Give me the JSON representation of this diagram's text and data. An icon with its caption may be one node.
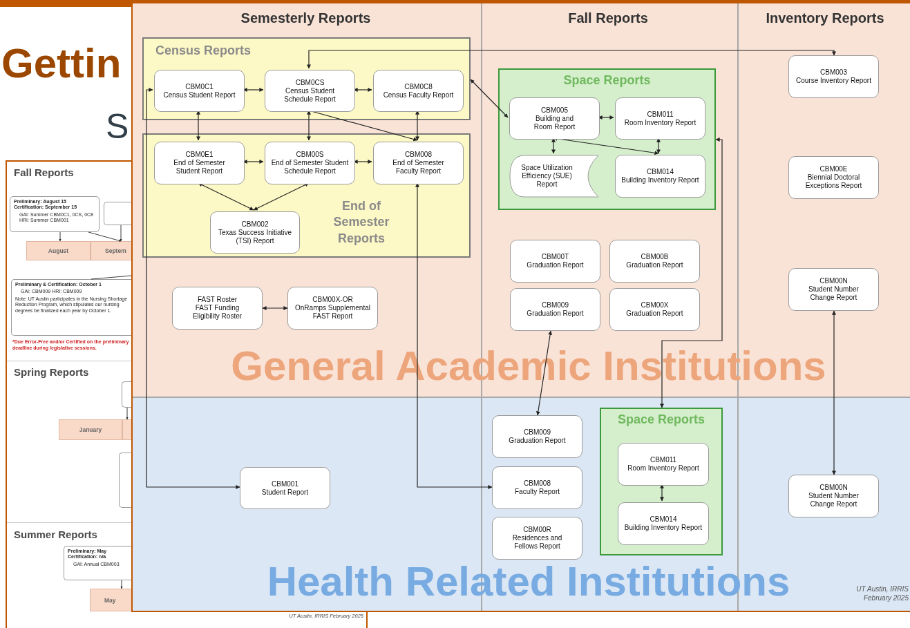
{
  "diagram": {
    "nodes": [
      {
        "text": [
          "Census Reports"
        ]
      },
      {
        "text": [
          "CBM0C1",
          "Census Student Report"
        ],
        "in": 0
      },
      {
        "text": [
          "CBM0CS",
          "Census Student Schedule Report"
        ],
        "in": 0
      },
      {
        "text": [
          "CBM0C8",
          "Census Faculty Report"
        ],
        "in": 0
      },
      {
        "text": [
          "End of Semester Reports"
        ]
      },
      {
        "text": [
          "CBM0E1",
          "End of Semester Student Report"
        ],
        "in": 4
      },
      {
        "text": [
          "CBM00S",
          "End of Semester Student Schedule Report"
        ],
        "in": 4
      },
      {
        "text": [
          "CBM008",
          "End of Semester Faculty Report"
        ],
        "in": 4
      },
      {
        "text": [
          "CBM002",
          "Texas Success Initiative (TSI) Report"
        ],
        "in": 4
      },
      {
        "text": [
          "FAST Roster",
          "FAST Funding Eligibility Roster"
        ]
      },
      {
        "text": [
          "CBM00X-OR",
          "OnRamps Supplemental FAST Report"
        ]
      },
      {
        "text": [
          "Space Reports"
        ]
      },
      {
        "text": [
          "CBM005",
          "Building and Room Report"
        ],
        "in": 11
      },
      {
        "text": [
          "CBM011",
          "Room Inventory Report"
        ],
        "in": 11
      },
      {
        "text": [
          "Space Utilization Efficiency (SUE) Report"
        ],
        "in": 11
      },
      {
        "text": [
          "CBM014",
          "Building Inventory Report"
        ],
        "in": 11
      },
      {
        "text": [
          "CBM00T",
          "Graduation Report"
        ]
      },
      {
        "text": [
          "CBM00B",
          "Graduation Report"
        ]
      },
      {
        "text": [
          "CBM009",
          "Graduation Report"
        ]
      },
      {
        "text": [
          "CBM00X",
          "Graduation Report"
        ]
      },
      {
        "text": [
          "CBM003",
          "Course Inventory Report"
        ]
      },
      {
        "text": [
          "CBM00E",
          "Biennial Doctoral Exceptions Report"
        ]
      },
      {
        "text": [
          "CBM00N",
          "Student Number Change Report"
        ]
      },
      {
        "text": [
          "CBM001",
          "Student Report"
        ]
      },
      {
        "text": [
          "CBM009",
          "Graduation Report"
        ]
      },
      {
        "text": [
          "CBM008",
          "Faculty Report"
        ]
      },
      {
        "text": [
          "CBM00R",
          "Residences and Fellows Report"
        ]
      },
      {
        "text": [
          "Space Reports"
        ]
      },
      {
        "text": [
          "CBM011",
          "Room Inventory Report"
        ],
        "in": 27
      },
      {
        "text": [
          "CBM014",
          "Building Inventory Report"
        ],
        "in": 27
      },
      {
        "text": [
          "CBM00N",
          "Student Number Change Report"
        ]
      },
      {
        "text": [
          "Preliminary: August 15 Certification: September 15",
          "GAI: Summer CBM0C1, 0CS, 0C8 HRI: Summer CBM001"
        ]
      },
      {
        "text": [
          "August"
        ]
      },
      {
        "text": [
          "Septem"
        ]
      },
      {
        "text": [
          "Preliminary & Certification: October 1",
          "GAI: CBM009 HRI: CBM009",
          "Note: UT Austin participates in the Nursing Shortage Reduction Program, which stipulates our nursing degrees be finalized each year by October 1."
        ]
      },
      {
        "text": [
          "Preliminary: May Certification: n/a",
          "GAI: Annual CBM003"
        ]
      },
      {
        "text": [
          "May"
        ]
      },
      {
        "text": [
          "January"
        ]
      },
      {
        "text": [],
        "shape": "box"
      },
      {
        "text": [],
        "shape": "box"
      },
      {
        "text": [],
        "shape": "box"
      },
      {
        "text": [],
        "shape": "bar"
      }
    ],
    "edges": [
      {
        "from": 1,
        "to": 2,
        "arrow": "both"
      },
      {
        "from": 2,
        "to": 3,
        "arrow": "both"
      },
      {
        "from": 1,
        "to": 5,
        "arrow": "both"
      },
      {
        "from": 2,
        "to": 6,
        "arrow": "both"
      },
      {
        "from": 3,
        "to": 7,
        "arrow": "both"
      },
      {
        "from": 2,
        "to": 7,
        "arrow": "to"
      },
      {
        "from": 5,
        "to": 6,
        "arrow": "both"
      },
      {
        "from": 6,
        "to": 7,
        "arrow": "both"
      },
      {
        "from": 5,
        "to": 8,
        "arrow": "both"
      },
      {
        "from": 6,
        "to": 8,
        "arrow": "both"
      },
      {
        "from": 9,
        "to": 10,
        "arrow": "both"
      },
      {
        "from": 2,
        "to": 20,
        "arrow": "both"
      },
      {
        "from": 0,
        "to": 12,
        "arrow": "both"
      },
      {
        "from": 12,
        "to": 13,
        "arrow": "both"
      },
      {
        "from": 12,
        "to": 14,
        "arrow": "both"
      },
      {
        "from": 12,
        "to": 15,
        "arrow": "both"
      },
      {
        "from": 13,
        "to": 15,
        "arrow": "both"
      },
      {
        "from": 1,
        "to": 23,
        "arrow": "both"
      },
      {
        "from": 7,
        "to": 25,
        "arrow": "both"
      },
      {
        "from": 18,
        "to": 24,
        "arrow": "both"
      },
      {
        "from": 11,
        "to": 27,
        "arrow": "both"
      },
      {
        "from": 28,
        "to": 29,
        "arrow": "both"
      },
      {
        "from": 22,
        "to": 30,
        "arrow": "both"
      },
      {
        "from": 31,
        "to": 32,
        "arrow": "to"
      },
      {
        "from": 31,
        "to": 33,
        "arrow": "to"
      },
      {
        "from": 38,
        "to": 33,
        "arrow": "to"
      },
      {
        "from": 34,
        "to": null,
        "arrow": "none"
      },
      {
        "from": 39,
        "to": 41,
        "arrow": "to"
      },
      {
        "from": 35,
        "to": 36,
        "arrow": "to"
      }
    ],
    "labels": [
      "Gettin",
      "S",
      "Fall Reports",
      "*Due Error-Free and/or Certified on the preliminary deadline during legislative sessions.",
      "Spring Reports",
      "Summer Reports",
      "UT Austin, IRRIS February 2025",
      "Semesterly Reports",
      "Fall Reports",
      "Inventory Reports",
      "General Academic Institutions",
      "Health Related Institutions",
      "UT Austin, IRRIS February 2025"
    ]
  }
}
